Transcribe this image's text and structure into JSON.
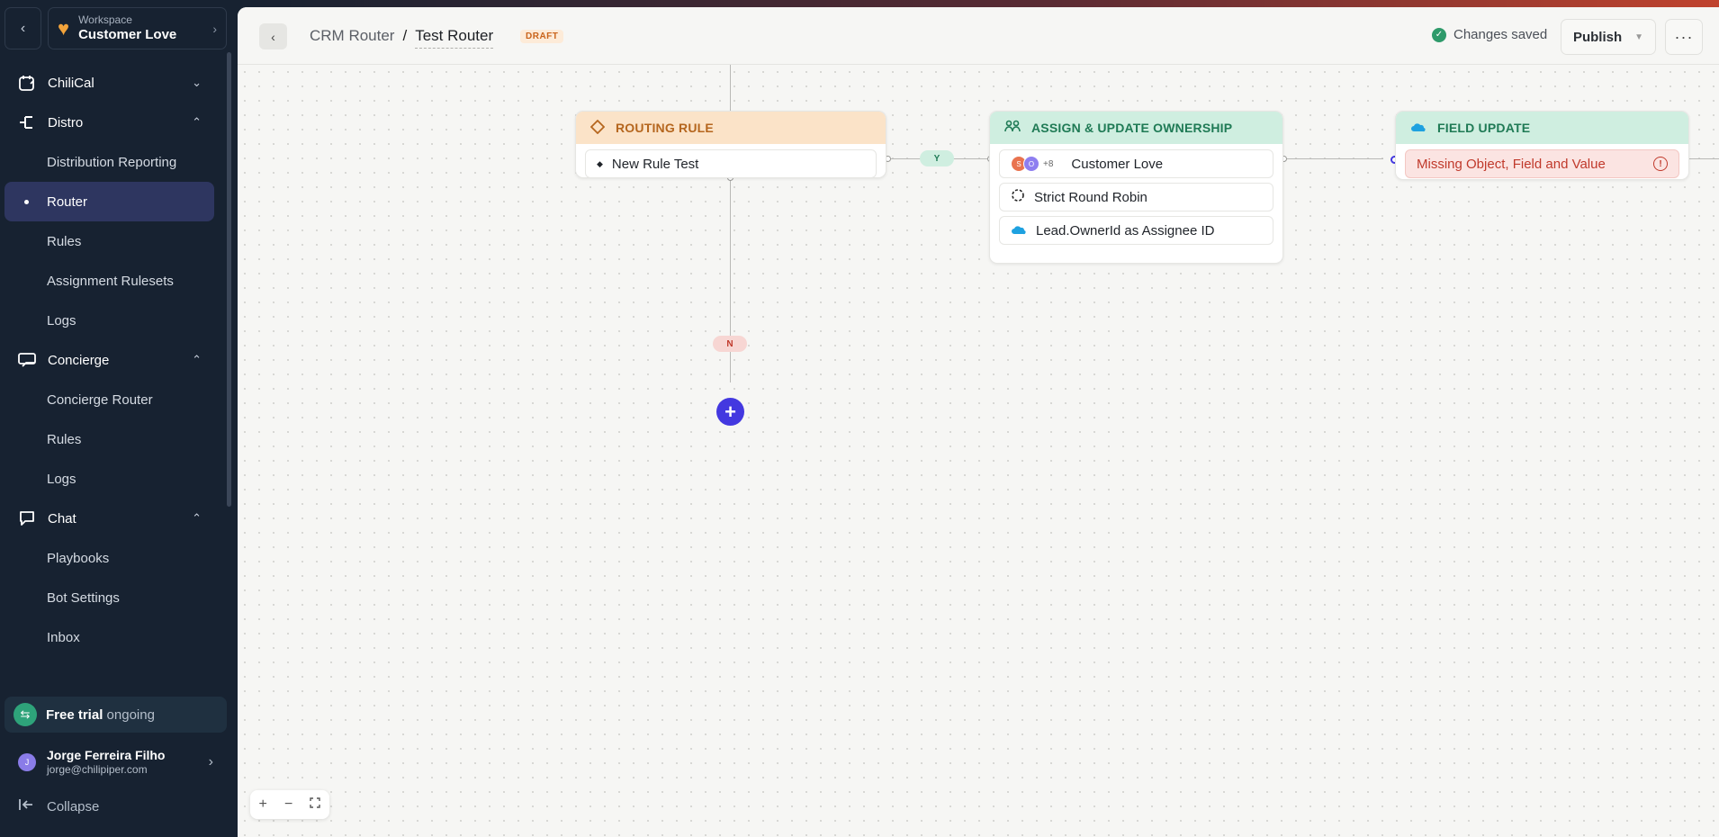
{
  "workspace": {
    "label": "Workspace",
    "name": "Customer Love"
  },
  "nav": {
    "chilical": "ChiliCal",
    "distro": {
      "label": "Distro",
      "items": [
        "Distribution Reporting",
        "Router",
        "Rules",
        "Assignment Rulesets",
        "Logs"
      ]
    },
    "concierge": {
      "label": "Concierge",
      "items": [
        "Concierge Router",
        "Rules",
        "Logs"
      ]
    },
    "chat": {
      "label": "Chat",
      "items": [
        "Playbooks",
        "Bot Settings",
        "Inbox"
      ]
    }
  },
  "trial": {
    "strong": "Free trial",
    "rest": "ongoing"
  },
  "user": {
    "initial": "J",
    "name": "Jorge Ferreira Filho",
    "email": "jorge@chilipiper.com"
  },
  "collapse_label": "Collapse",
  "header": {
    "crumb_parent": "CRM Router",
    "crumb_sep": "/",
    "crumb_current": "Test Router",
    "draft_badge": "DRAFT",
    "saved_text": "Changes saved",
    "publish_label": "Publish"
  },
  "canvas": {
    "routing_rule": {
      "title": "ROUTING RULE",
      "rule": "New Rule Test"
    },
    "yes_label": "Y",
    "no_label": "N",
    "assign": {
      "title": "ASSIGN & UPDATE OWNERSHIP",
      "avatars": [
        "S",
        "O"
      ],
      "extra_count": "+8",
      "team": "Customer Love",
      "distribution": "Strict Round Robin",
      "assignee": "Lead.OwnerId as Assignee ID"
    },
    "field_update": {
      "title": "FIELD UPDATE",
      "error": "Missing Object, Field and Value"
    }
  },
  "colors": {
    "accent": "#4338e0",
    "sidebar_bg": "#172231",
    "active_nav": "#2e3660",
    "success": "#2e9a6a",
    "error": "#c0392b"
  }
}
